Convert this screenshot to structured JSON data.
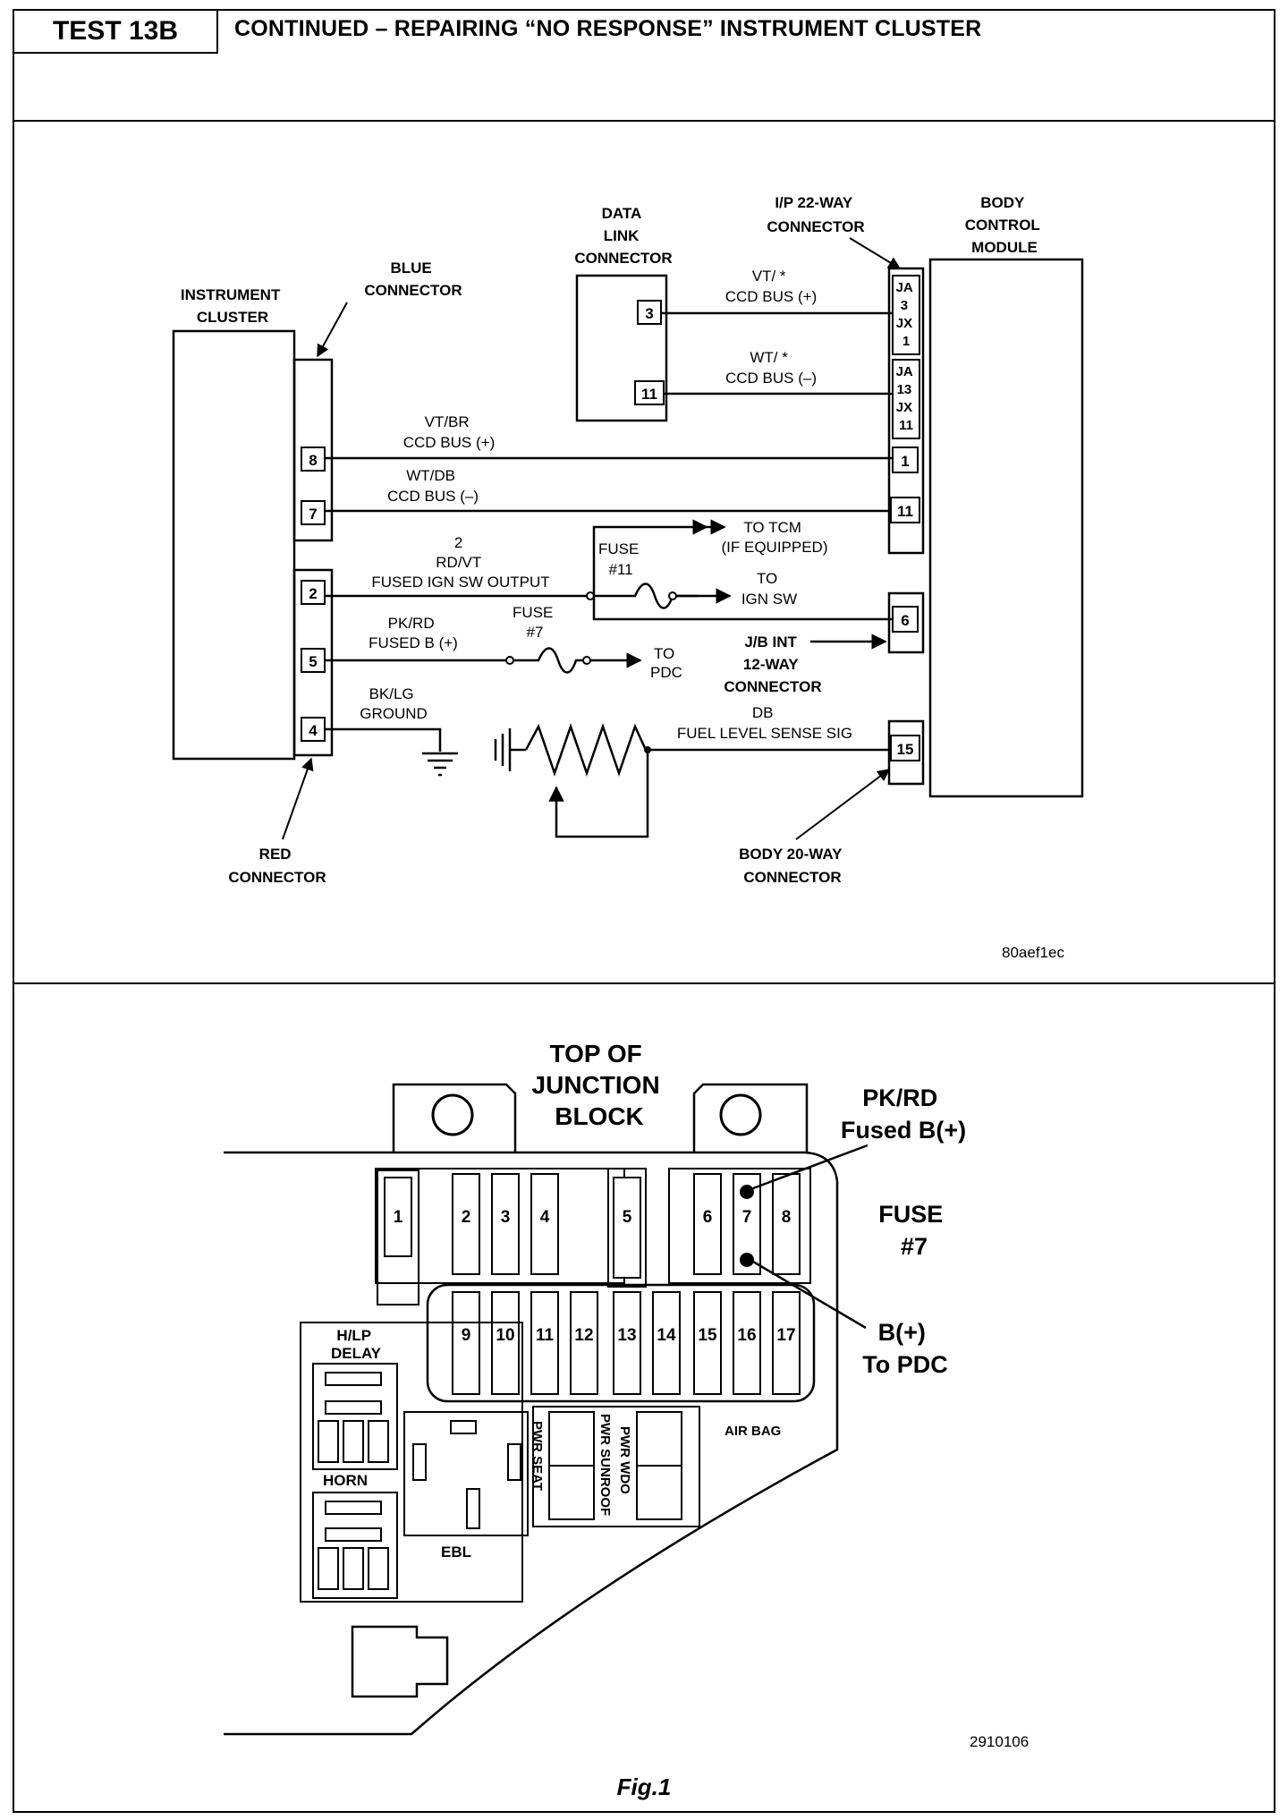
{
  "header": {
    "test_label": "TEST 13B",
    "title": "CONTINUED – REPAIRING “NO RESPONSE” INSTRUMENT CLUSTER"
  },
  "wiring": {
    "instrument_cluster": [
      "INSTRUMENT",
      "CLUSTER"
    ],
    "blue_connector": [
      "BLUE",
      "CONNECTOR"
    ],
    "red_connector": [
      "RED",
      "CONNECTOR"
    ],
    "data_link_connector": [
      "DATA",
      "LINK",
      "CONNECTOR"
    ],
    "ip_connector": [
      "I/P 22-WAY",
      "CONNECTOR"
    ],
    "bcm": [
      "BODY",
      "CONTROL",
      "MODULE"
    ],
    "body_connector": [
      "BODY 20-WAY",
      "CONNECTOR"
    ],
    "jb_connector": [
      "J/B INT",
      "12-WAY",
      "CONNECTOR"
    ],
    "dlc_pins": [
      "3",
      "11"
    ],
    "ja_pins": [
      [
        "JA",
        "3",
        "JX",
        "1"
      ],
      [
        "JA",
        "13",
        "JX",
        "11"
      ]
    ],
    "bcm_pins": [
      "1",
      "11",
      "6",
      "15"
    ],
    "cluster_pins": [
      "8",
      "7",
      "2",
      "5",
      "4"
    ],
    "wires": {
      "vt_ccd_dlc": [
        "VT/ *",
        "CCD BUS (+)"
      ],
      "wt_ccd_dlc": [
        "WT/ *",
        "CCD BUS (–)"
      ],
      "vt_br": [
        "VT/BR",
        "CCD BUS (+)"
      ],
      "wt_db": [
        "WT/DB",
        "CCD BUS (–)"
      ],
      "rd_vt": [
        "2",
        "RD/VT",
        "FUSED IGN SW OUTPUT"
      ],
      "pk_rd": [
        "PK/RD",
        "FUSED B (+)"
      ],
      "bk_lg": [
        "BK/LG",
        "GROUND"
      ],
      "db": [
        "DB",
        "FUEL LEVEL SENSE SIG"
      ]
    },
    "fuse11": [
      "FUSE",
      "#11"
    ],
    "fuse7": [
      "FUSE",
      "#7"
    ],
    "to_tcm": [
      "TO TCM",
      "(IF EQUIPPED)"
    ],
    "to_ign": [
      "TO",
      "IGN SW"
    ],
    "to_pdc": [
      "TO",
      "PDC"
    ],
    "figure_code": "80aef1ec"
  },
  "junction": {
    "title": [
      "TOP OF",
      "JUNCTION",
      "BLOCK"
    ],
    "pk_rd": [
      "PK/RD",
      "Fused B(+)"
    ],
    "fuse7": [
      "FUSE",
      "#7"
    ],
    "b_plus": [
      "B(+)",
      "To PDC"
    ],
    "fuses_top": [
      "1",
      "2",
      "3",
      "4",
      "5",
      "6",
      "7",
      "8"
    ],
    "fuses_bottom": [
      "9",
      "10",
      "11",
      "12",
      "13",
      "14",
      "15",
      "16",
      "17"
    ],
    "hlp_delay": [
      "H/LP",
      "DELAY"
    ],
    "horn": "HORN",
    "ebl": "EBL",
    "pwr_seat": "PWR SEAT",
    "pwr_sunroof": "PWR SUNROOF",
    "pwr_wdo": "PWR WDO",
    "air_bag": "AIR BAG",
    "figure_code": "2910106"
  },
  "caption": "Fig.1"
}
